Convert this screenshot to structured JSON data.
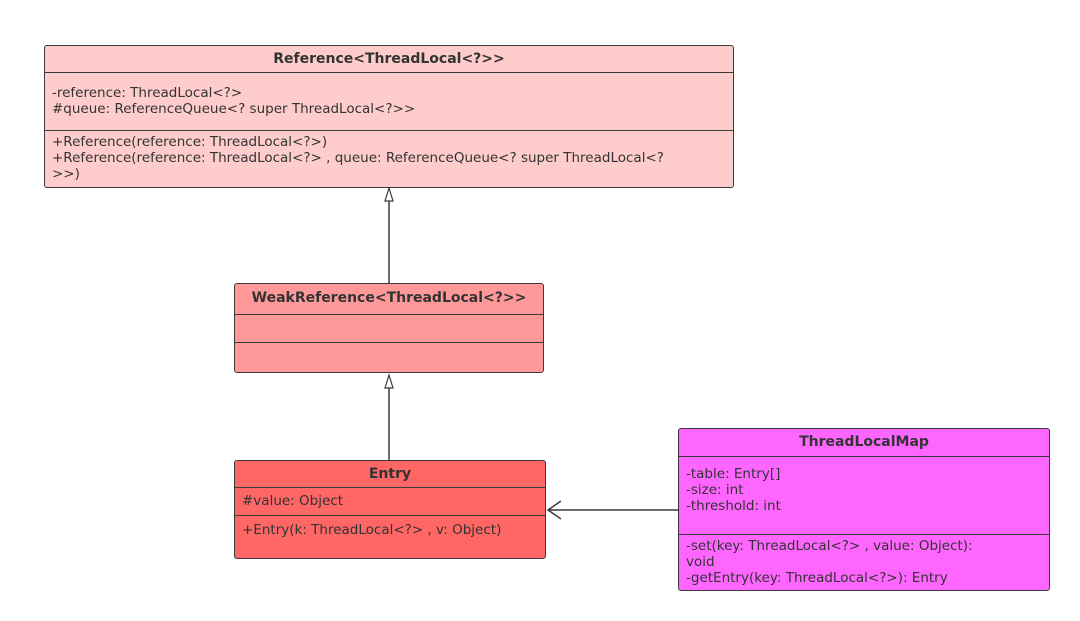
{
  "colors": {
    "reference_fill": "#ffcccc",
    "weakreference_fill": "#ff9999",
    "entry_fill": "#ff6666",
    "threadlocalmap_fill": "#ff66ff",
    "border": "#3a3a3a",
    "text": "#333333"
  },
  "classes": {
    "reference": {
      "name": "Reference<ThreadLocal<?>>",
      "attributes": [
        "-reference: ThreadLocal<?>",
        "#queue: ReferenceQueue<? super ThreadLocal<?>>"
      ],
      "operations": [
        "+Reference(reference: ThreadLocal<?>)",
        "+Reference(reference: ThreadLocal<?> , queue: ReferenceQueue<? super ThreadLocal<?",
        ">>)"
      ]
    },
    "weakreference": {
      "name": "WeakReference<ThreadLocal<?>>",
      "attributes": [],
      "operations": []
    },
    "entry": {
      "name": "Entry",
      "attributes": [
        "#value: Object"
      ],
      "operations": [
        "+Entry(k: ThreadLocal<?> , v: Object)"
      ]
    },
    "threadlocalmap": {
      "name": "ThreadLocalMap",
      "attributes": [
        "-table: Entry[]",
        "-size: int",
        "-threshold: int"
      ],
      "operations": [
        "-set(key: ThreadLocal<?> , value: Object):",
        "void",
        "-getEntry(key: ThreadLocal<?>): Entry"
      ]
    }
  }
}
